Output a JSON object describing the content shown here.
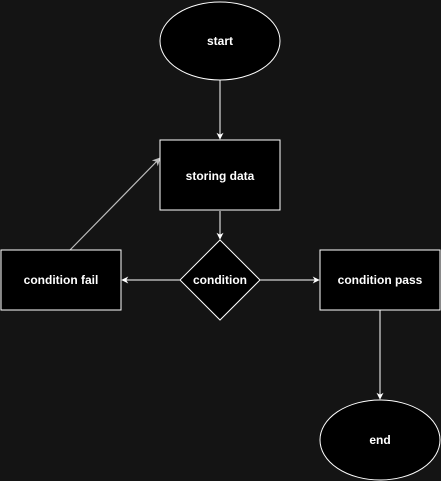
{
  "diagram": {
    "nodes": {
      "start": "start",
      "storing_data": "storing data",
      "condition": "condition",
      "condition_fail": "condition fail",
      "condition_pass": "condition pass",
      "end": "end"
    }
  },
  "colors": {
    "background": "#141414",
    "node_fill": "#000000",
    "stroke": "#ffffff",
    "loop_arrow": "#bdbdbd"
  }
}
